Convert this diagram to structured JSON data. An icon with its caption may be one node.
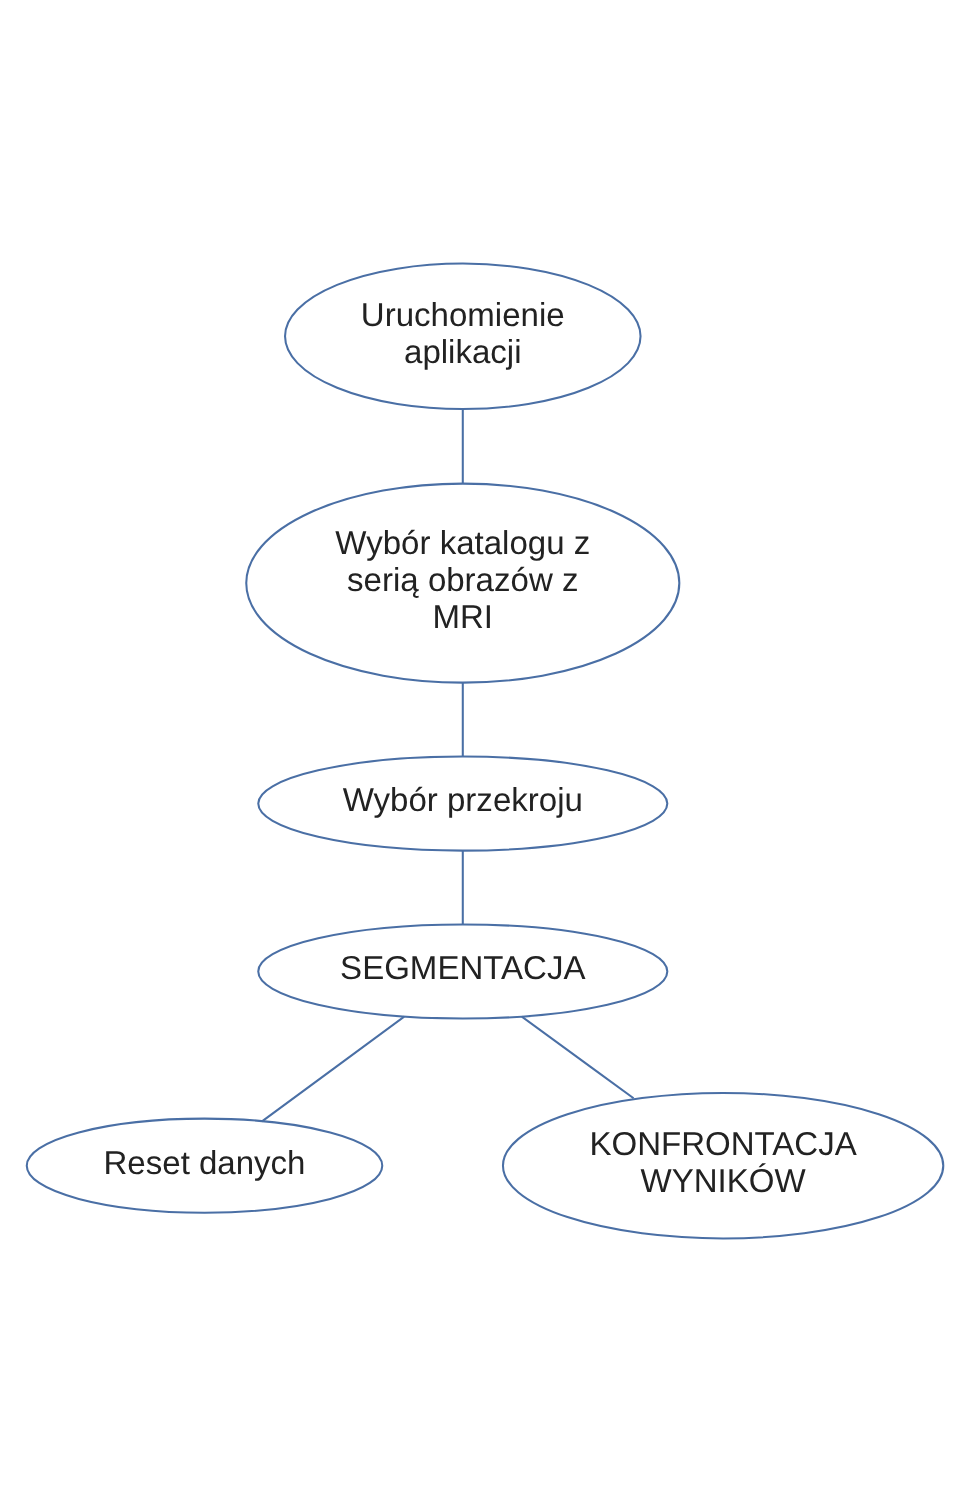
{
  "diagram": {
    "nodes": [
      {
        "text": [
          "Uruchomienie aplikacji"
        ]
      },
      {
        "text": [
          "Wybór katalogu z serią obrazów z MRI"
        ]
      },
      {
        "text": [
          "Wybór przekroju"
        ]
      },
      {
        "text": [
          "SEGMENTACJA"
        ]
      },
      {
        "text": [
          "Reset danych"
        ]
      },
      {
        "text": [
          "KONFRONTACJA WYNIKÓW"
        ]
      }
    ],
    "edges": [
      {
        "from": 0,
        "to": 1,
        "arrow": "none"
      },
      {
        "from": 1,
        "to": 2,
        "arrow": "none"
      },
      {
        "from": 2,
        "to": 3,
        "arrow": "none"
      },
      {
        "from": 3,
        "to": 4,
        "arrow": "none"
      },
      {
        "from": 3,
        "to": 5,
        "arrow": "none"
      }
    ]
  }
}
